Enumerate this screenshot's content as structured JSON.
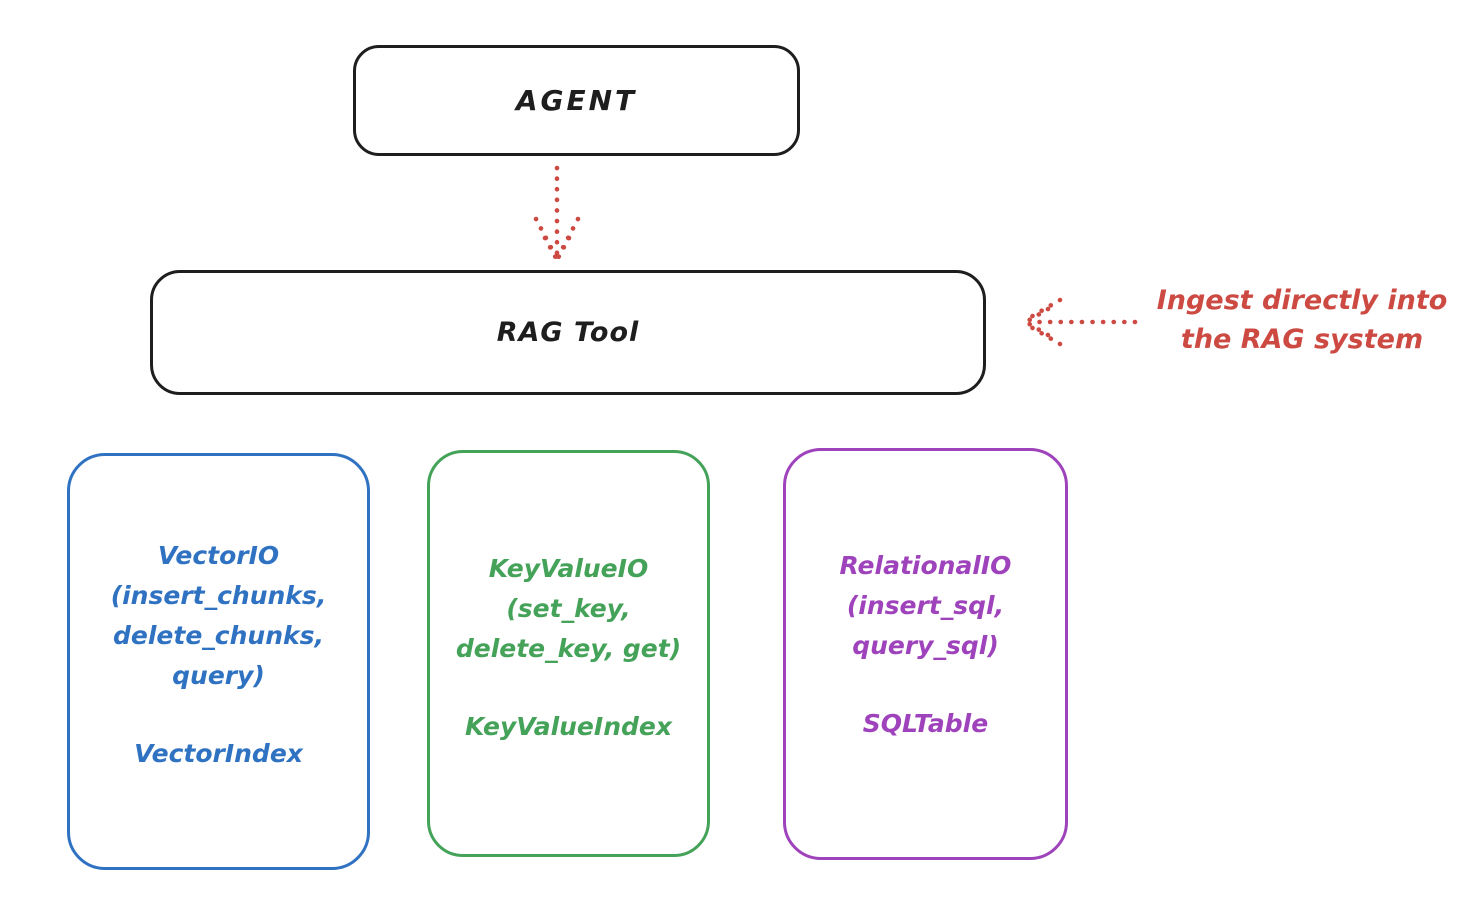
{
  "diagram": {
    "agent_box": {
      "label": "AGENT"
    },
    "rag_box": {
      "label": "RAG Tool"
    },
    "annotation": {
      "line1": "Ingest directly into",
      "line2": "the RAG system",
      "color": "#cd4a43"
    },
    "stores": [
      {
        "name": "VectorIO",
        "color": "#2f72c2",
        "lines": [
          "VectorIO",
          "(insert_chunks,",
          "delete_chunks,",
          "query)"
        ],
        "index_label": "VectorIndex"
      },
      {
        "name": "KeyValueIO",
        "color": "#44a259",
        "lines": [
          "KeyValueIO",
          "(set_key,",
          "delete_key, get)"
        ],
        "index_label": "KeyValueIndex"
      },
      {
        "name": "RelationalIO",
        "color": "#9e43bb",
        "lines": [
          "RelationalIO",
          "(insert_sql,",
          "query_sql)"
        ],
        "index_label": "SQLTable"
      }
    ],
    "colors": {
      "stroke": "#1e1e1e",
      "arrow_red": "#cd4a43",
      "background": "#ffffff"
    }
  }
}
